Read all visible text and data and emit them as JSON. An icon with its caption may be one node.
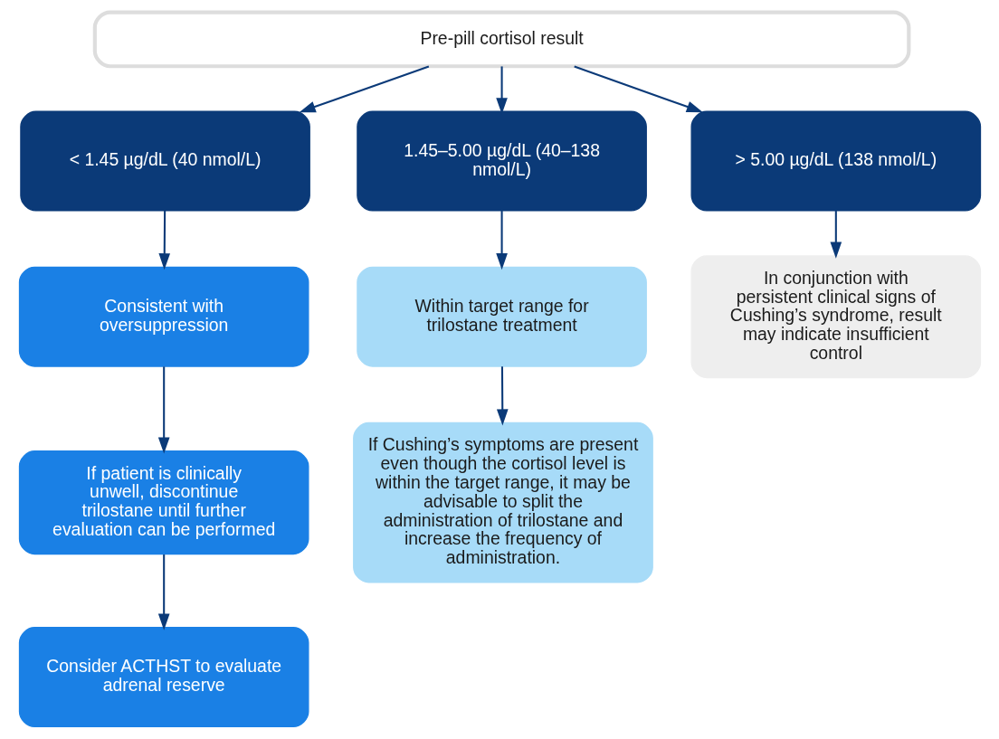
{
  "diagram": {
    "nodes": [
      {
        "text": [
          "Pre-pill cortisol result"
        ]
      },
      {
        "text": [
          "< 1.45 µg/dL (40 nmol/L)"
        ]
      },
      {
        "text": [
          "1.45–5.00 µg/dL (40–138 nmol/L)"
        ]
      },
      {
        "text": [
          "> 5.00 µg/dL (138 nmol/L)"
        ]
      },
      {
        "text": [
          "Consistent with oversuppression"
        ]
      },
      {
        "text": [
          "Within target range for trilostane treatment"
        ]
      },
      {
        "text": [
          "In conjunction with persistent clinical signs of Cushing’s syndrome, result may indicate insufficient control"
        ]
      },
      {
        "text": [
          "If patient is clinically unwell, discontinue trilostane until further evaluation can be performed"
        ]
      },
      {
        "text": [
          "If Cushing’s symptoms are present even though the cortisol level is within the target range, it may be advisable to split the administration of trilostane and increase the frequency of administration."
        ]
      },
      {
        "text": [
          "Consider ACTHST to evaluate adrenal reserve"
        ]
      }
    ],
    "edges": [
      {
        "from": 0,
        "to": 1,
        "arrow": "to"
      },
      {
        "from": 0,
        "to": 2,
        "arrow": "to"
      },
      {
        "from": 0,
        "to": 3,
        "arrow": "to"
      },
      {
        "from": 1,
        "to": 4,
        "arrow": "to"
      },
      {
        "from": 2,
        "to": 5,
        "arrow": "to"
      },
      {
        "from": 3,
        "to": 6,
        "arrow": "to"
      },
      {
        "from": 4,
        "to": 7,
        "arrow": "to"
      },
      {
        "from": 5,
        "to": 8,
        "arrow": "to"
      },
      {
        "from": 7,
        "to": 9,
        "arrow": "to"
      }
    ]
  }
}
